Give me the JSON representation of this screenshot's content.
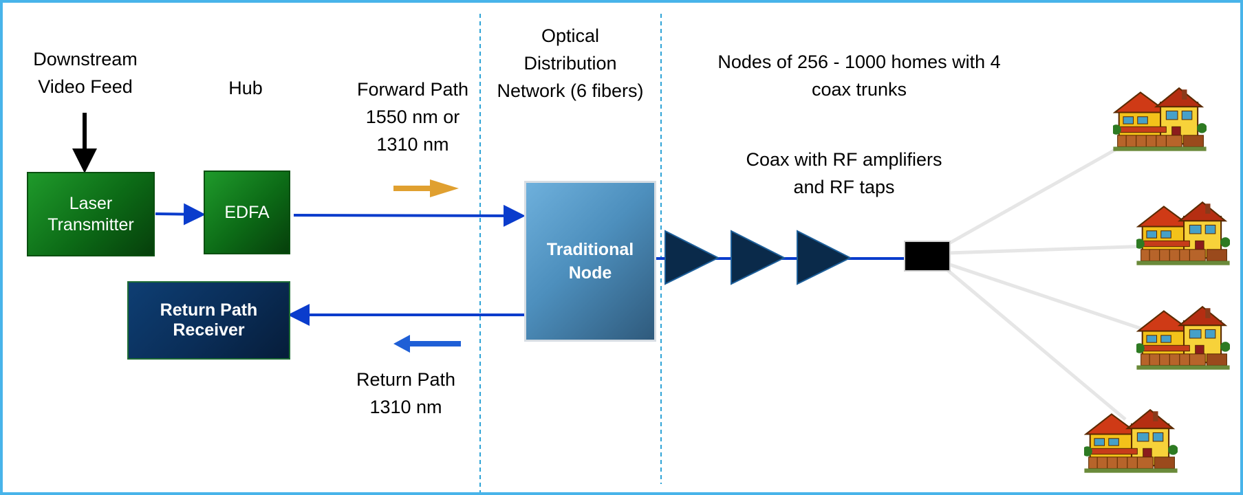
{
  "colors": {
    "frame": "#48b4ea",
    "divider": "#2ea3d6",
    "signal_line": "#0a3ccc",
    "forward_arrow": "#e0a030",
    "return_arrow": "#1f5fd6",
    "drop_line": "#e6e6e6",
    "amplifier": "#0a2a4a"
  },
  "labels": {
    "downstream_feed": [
      "Downstream",
      "Video Feed"
    ],
    "hub": "Hub",
    "forward_path": [
      "Forward Path",
      "1550 nm or",
      "1310 nm"
    ],
    "odn": [
      "Optical",
      "Distribution",
      "Network (6 fibers)"
    ],
    "nodes_desc": [
      "Nodes of 256 - 1000 homes with 4",
      "coax trunks"
    ],
    "coax_desc": [
      "Coax with RF amplifiers",
      "and RF taps"
    ],
    "return_path": [
      "Return Path",
      "1310 nm"
    ]
  },
  "blocks": {
    "laser": [
      "Laser",
      "Transmitter"
    ],
    "edfa": "EDFA",
    "receiver": [
      "Return Path",
      "Receiver"
    ],
    "node": [
      "Traditional",
      "Node"
    ]
  },
  "icons": {
    "house": "house-icon",
    "amplifier": "amplifier-icon",
    "tap": "rf-tap-icon"
  }
}
